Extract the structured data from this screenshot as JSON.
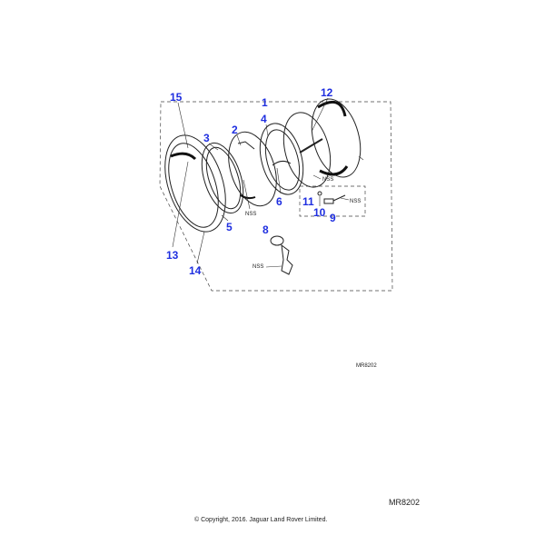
{
  "diagram": {
    "callouts": [
      "1",
      "2",
      "3",
      "4",
      "5",
      "6",
      "8",
      "9",
      "10",
      "11",
      "12",
      "13",
      "14",
      "15"
    ],
    "nss_label": "NSS",
    "callout_color": "#1f2fe0"
  },
  "figure_ref_small": "MR8202",
  "figure_ref_large": "MR8202",
  "copyright": "© Copyright, 2016. Jaguar Land Rover Limited."
}
